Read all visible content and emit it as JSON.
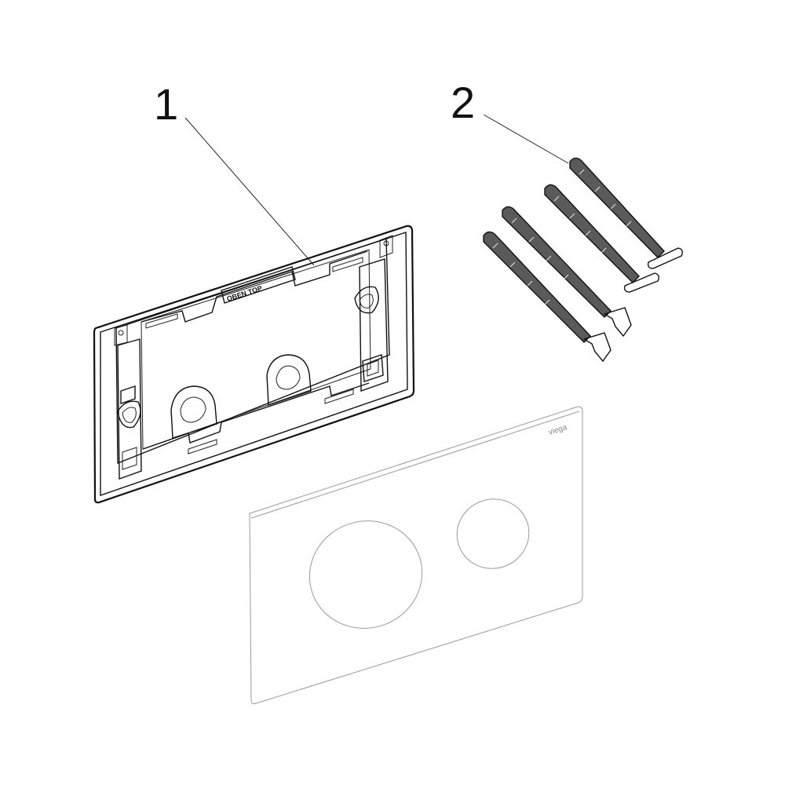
{
  "callouts": [
    {
      "id": "1",
      "label": "1"
    },
    {
      "id": "2",
      "label": "2"
    }
  ],
  "frame_label": "OBEN TOP",
  "brand_logo_text": "viega",
  "parts": [
    {
      "callout": "1",
      "name": "mounting frame"
    },
    {
      "callout": "2",
      "name": "fastening rods",
      "count": 4
    }
  ]
}
